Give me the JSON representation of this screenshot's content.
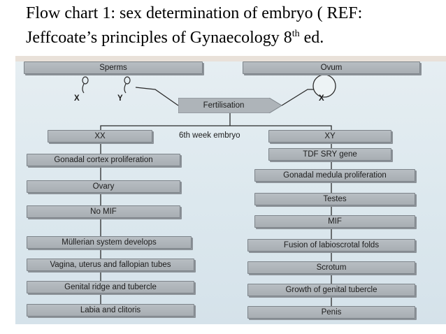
{
  "title": {
    "line1": "Flow chart 1: sex determination of embryo ( REF:",
    "line2_pre": "Jeffcoate’s principles of Gynaecology 8",
    "line2_sup": "th",
    "line2_post": " ed."
  },
  "diagram": {
    "sperms": "Sperms",
    "ovum": "Ovum",
    "x1": "X",
    "y1": "Y",
    "x2": "X",
    "fertilisation": "Fertilisation",
    "embryo_label": "6th week embryo",
    "left": [
      "XX",
      "Gonadal cortex proliferation",
      "Ovary",
      "No MIF",
      "Müllerian system develops",
      "Vagina, uterus and fallopian tubes",
      "Genital ridge and tubercle",
      "Labia and clitoris"
    ],
    "right": [
      "XY",
      "TDF SRY gene",
      "Gonadal medula proliferation",
      "Testes",
      "MIF",
      "Fusion of labioscrotal folds",
      "Scrotum",
      "Growth of genital tubercle",
      "Penis"
    ]
  },
  "colors": {
    "box": "#aeb4b9",
    "background": "#dde8ee",
    "line": "#2b2b2b"
  }
}
